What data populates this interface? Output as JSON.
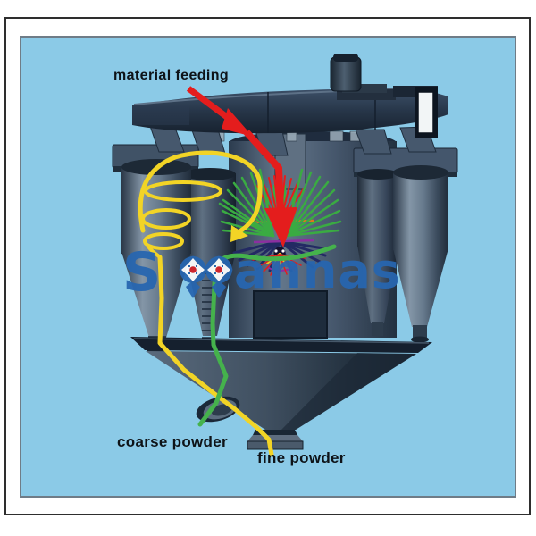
{
  "labels": {
    "material_feeding": "material feeding",
    "coarse_powder": "coarse powder",
    "fine_powder": "fine powder"
  },
  "watermark": {
    "prefix": "S",
    "suffix": "annas"
  },
  "icons": {
    "watermark_badge": "pinwheel-cross-badge-icon",
    "feed_arrow": "red-feed-arrow-icon",
    "fine_path": "yellow-spiral-path-icon",
    "coarse_path": "green-path-icon"
  },
  "colors": {
    "background": "#8bcae7",
    "frame": "#2e2e2e",
    "photo-border": "#6f7c87",
    "label": "#0e1318",
    "watermark-blue": "#2766b0",
    "badge-red": "#d6222a",
    "feed-red": "#e41d1d",
    "fine-yellow": "#f2d426",
    "coarse-green": "#45b24c",
    "fan-green": "#3aab42",
    "navy-line": "#232a63",
    "purple-line": "#8b2fa0",
    "orange-line": "#e0731e"
  }
}
